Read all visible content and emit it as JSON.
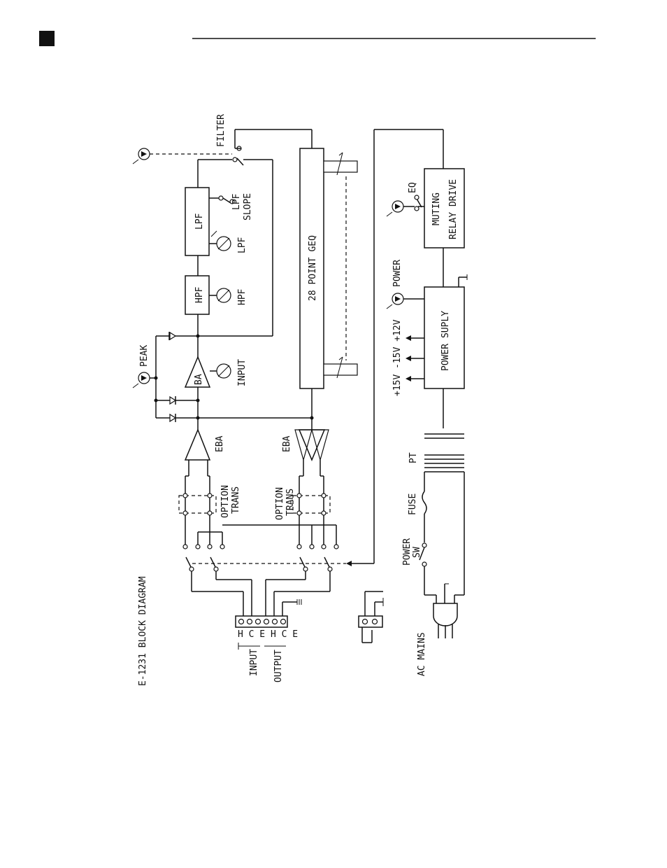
{
  "diagram": {
    "title": "E-1231 BLOCK DIAGRAM",
    "blocks": {
      "lpf": "LPF",
      "hpf": "HPF",
      "ba": "BA",
      "geq": "28 POINT GEQ",
      "muting_line1": "MUTING",
      "muting_line2": "RELAY DRIVE",
      "power_supply": "POWER SUPLY"
    },
    "labels": {
      "filter": "FILTER",
      "lpf_slope_1": "LPF",
      "lpf_slope_2": "SLOPE",
      "lpf_knob": "LPF",
      "hpf_knob": "HPF",
      "input_knob": "INPUT",
      "peak": "PEAK",
      "eba_in": "EBA",
      "eba_out": "EBA",
      "option_trans_in_1": "OPTION",
      "option_trans_in_2": "TRANS",
      "option_trans_out_1": "OPTION",
      "option_trans_out_2": "TRANS",
      "eq": "EQ",
      "power": "POWER",
      "voltages": "+15V -15V +12V",
      "pt": "PT",
      "fuse": "FUSE",
      "power_sw_1": "POWER",
      "power_sw_2": "SW",
      "ac_mains": "AC MAINS",
      "input_conn": "INPUT",
      "output_conn": "OUTPUT",
      "pins": "H C E H C E"
    },
    "colors": {
      "ink": "#111111",
      "paper": "#ffffff"
    }
  }
}
